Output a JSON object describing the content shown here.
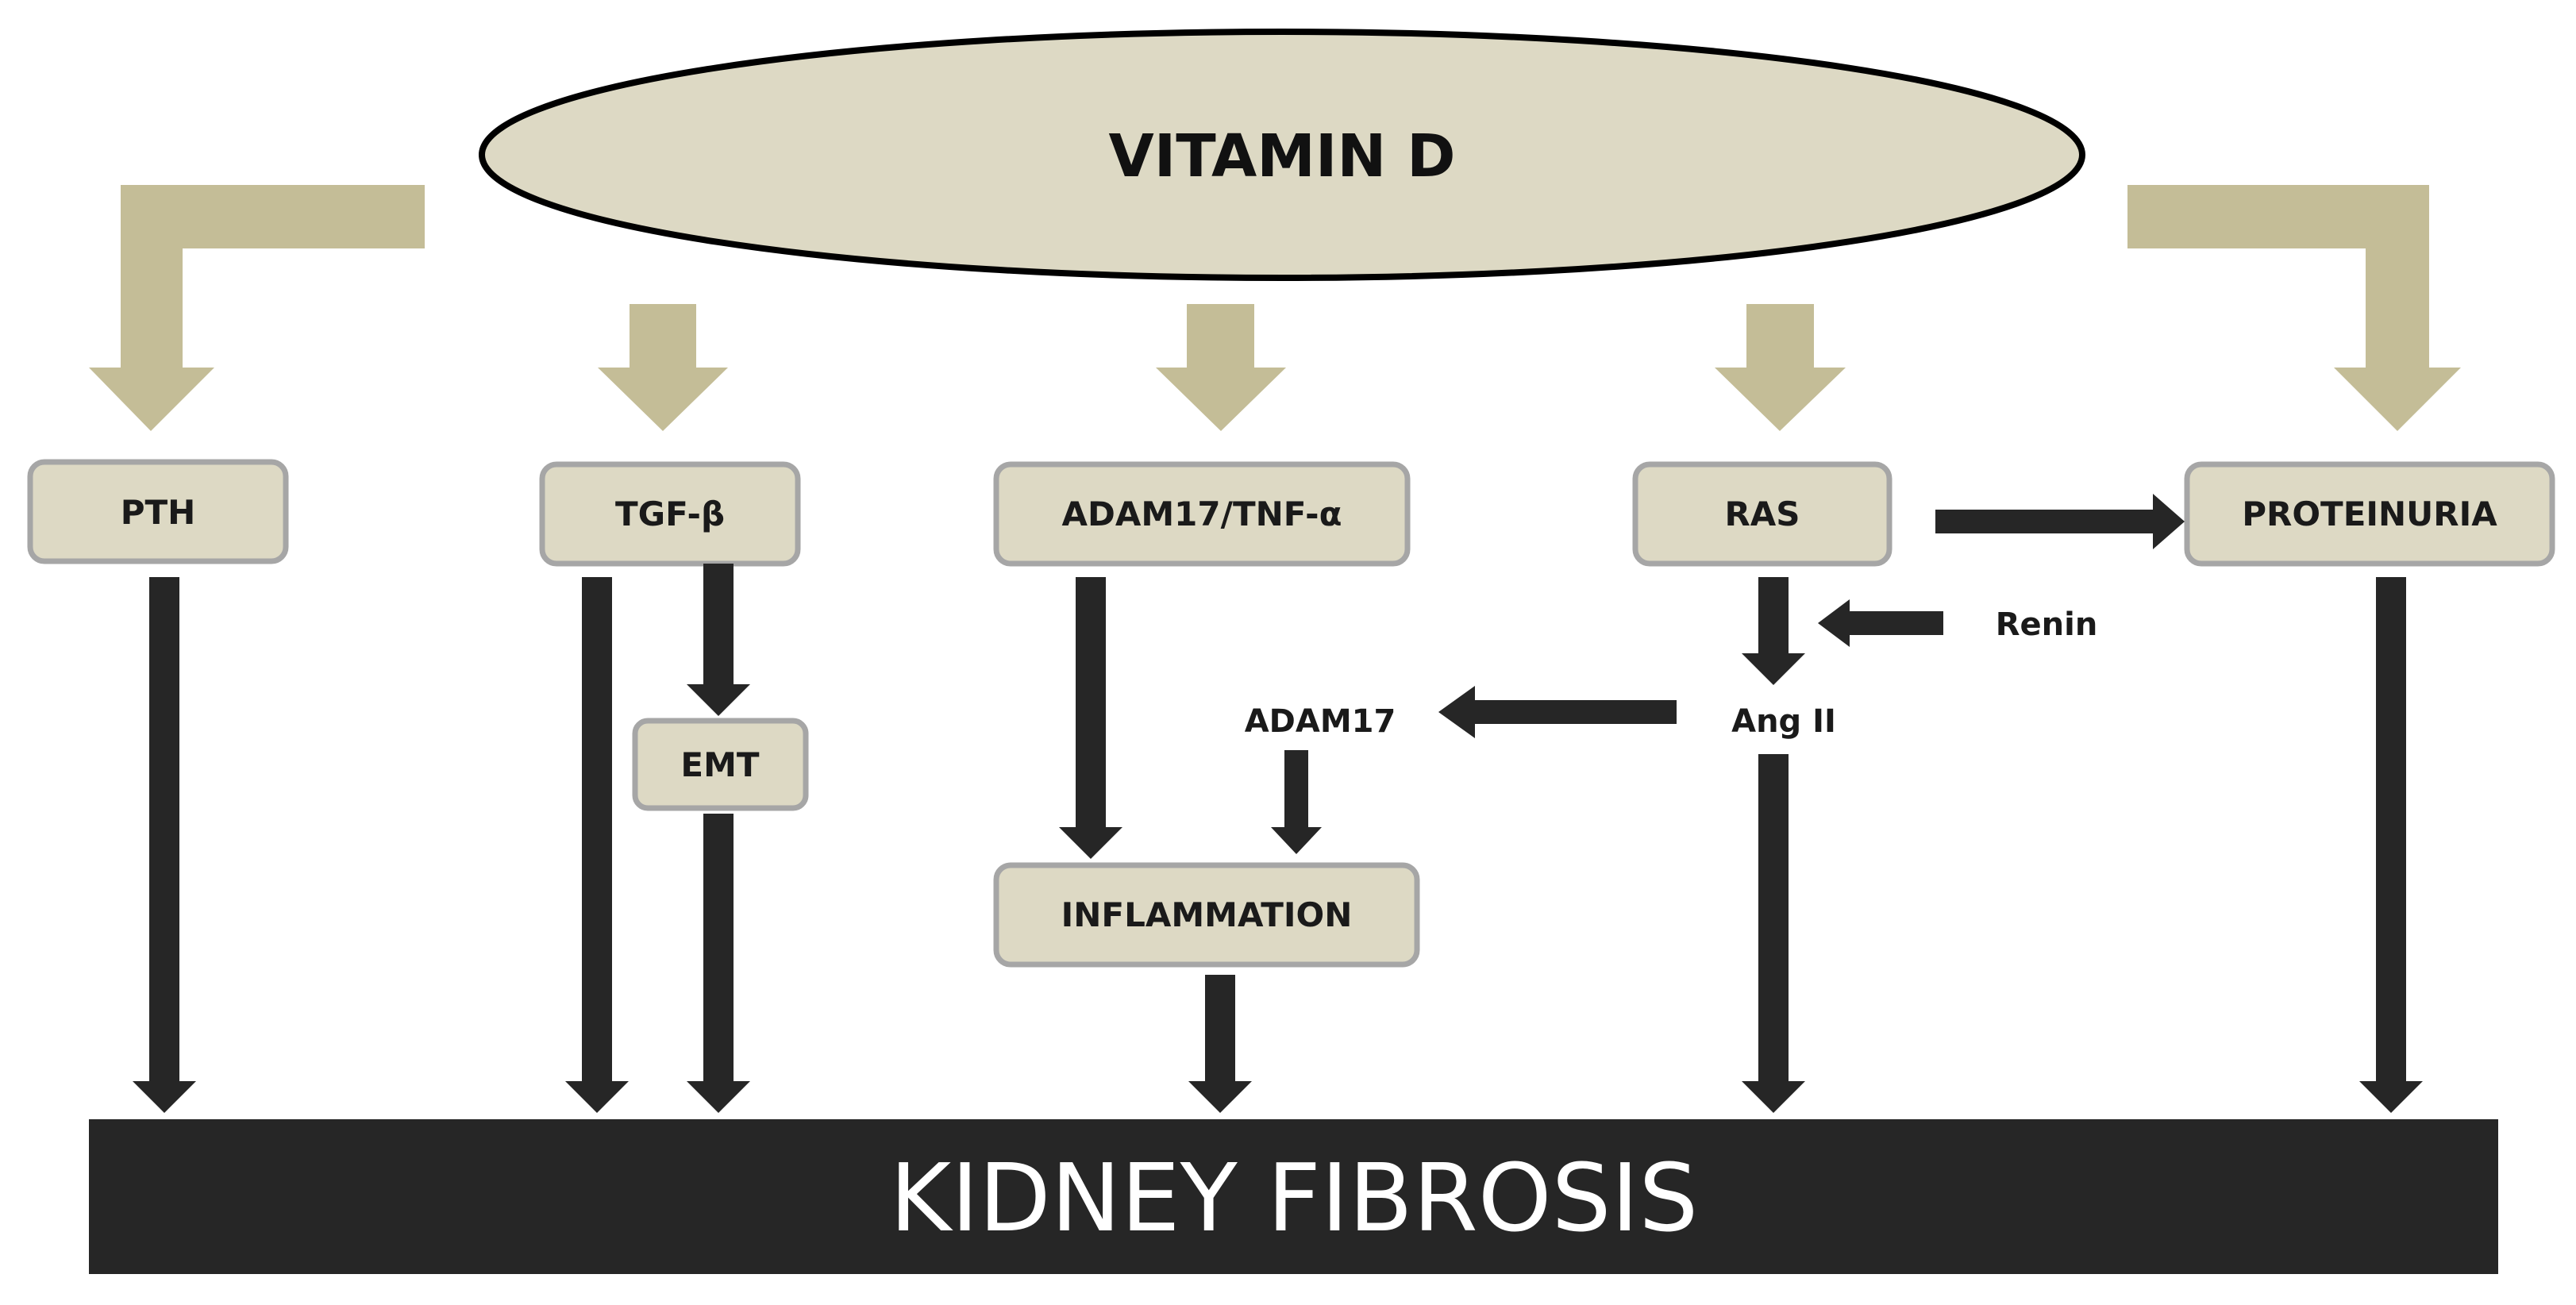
{
  "title": "VITAMIN D",
  "outcome": "KIDNEY FIBROSIS",
  "nodes": {
    "pth": "PTH",
    "tgf_beta": "TGF-β",
    "emt": "EMT",
    "adam17_tnf": "ADAM17/TNF-α",
    "inflammation": "INFLAMMATION",
    "ras": "RAS",
    "proteinuria": "PROTEINURIA"
  },
  "labels": {
    "renin": "Renin",
    "ang_ii": "Ang II",
    "adam17": "ADAM17"
  },
  "colors": {
    "box_fill": "#ddd9c4",
    "box_border": "#a6a6a6",
    "beige_arrow": "#c4bd97",
    "dark_arrow": "#262626",
    "fibrosis_bar": "#262626"
  }
}
